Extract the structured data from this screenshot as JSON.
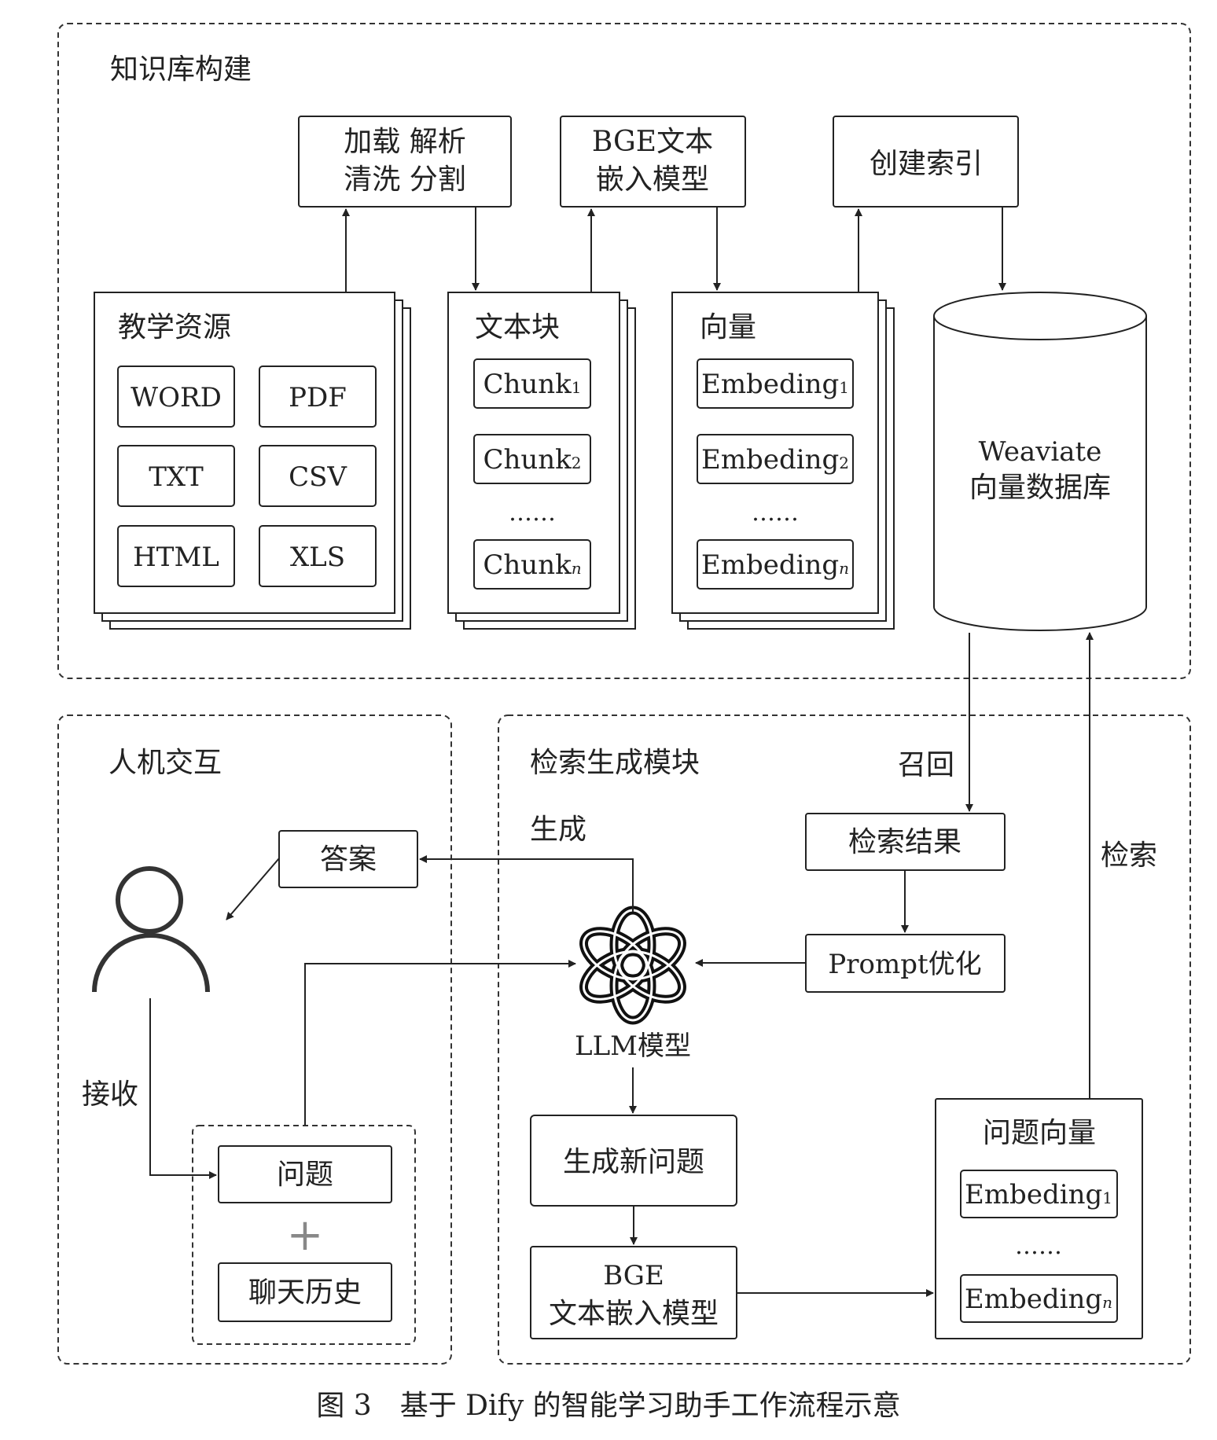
{
  "sections": {
    "kb": "知识库构建",
    "hci": "人机交互",
    "rag": "检索生成模块"
  },
  "kb_steps": {
    "parse": [
      "加载 解析",
      "清洗 分割"
    ],
    "bge": [
      "BGE文本",
      "嵌入模型"
    ],
    "index": "创建索引"
  },
  "resources": {
    "title": "教学资源",
    "items": [
      "WORD",
      "PDF",
      "TXT",
      "CSV",
      "HTML",
      "XLS"
    ]
  },
  "chunks": {
    "title": "文本块",
    "base": "Chunk",
    "subs": [
      "1",
      "2",
      "n"
    ],
    "ellipsis": "……"
  },
  "vectors": {
    "title": "向量",
    "base": "Embeding",
    "subs": [
      "1",
      "2",
      "n"
    ],
    "ellipsis": "……"
  },
  "database": [
    "Weaviate",
    "向量数据库"
  ],
  "labels": {
    "recall": "召回",
    "retrieve": "检索",
    "generate": "生成",
    "receive": "接收"
  },
  "rag_boxes": {
    "result": "检索结果",
    "prompt": "Prompt优化",
    "llm": "LLM模型",
    "new_question": "生成新问题",
    "bge2": [
      "BGE",
      "文本嵌入模型"
    ]
  },
  "question_vectors": {
    "title": "问题向量",
    "base": "Embeding",
    "subs": [
      "1",
      "n"
    ],
    "ellipsis": "……"
  },
  "hci_boxes": {
    "answer": "答案",
    "question": "问题",
    "plus": "+",
    "history": "聊天历史"
  },
  "caption": "图 3　基于 Dify 的智能学习助手工作流程示意"
}
